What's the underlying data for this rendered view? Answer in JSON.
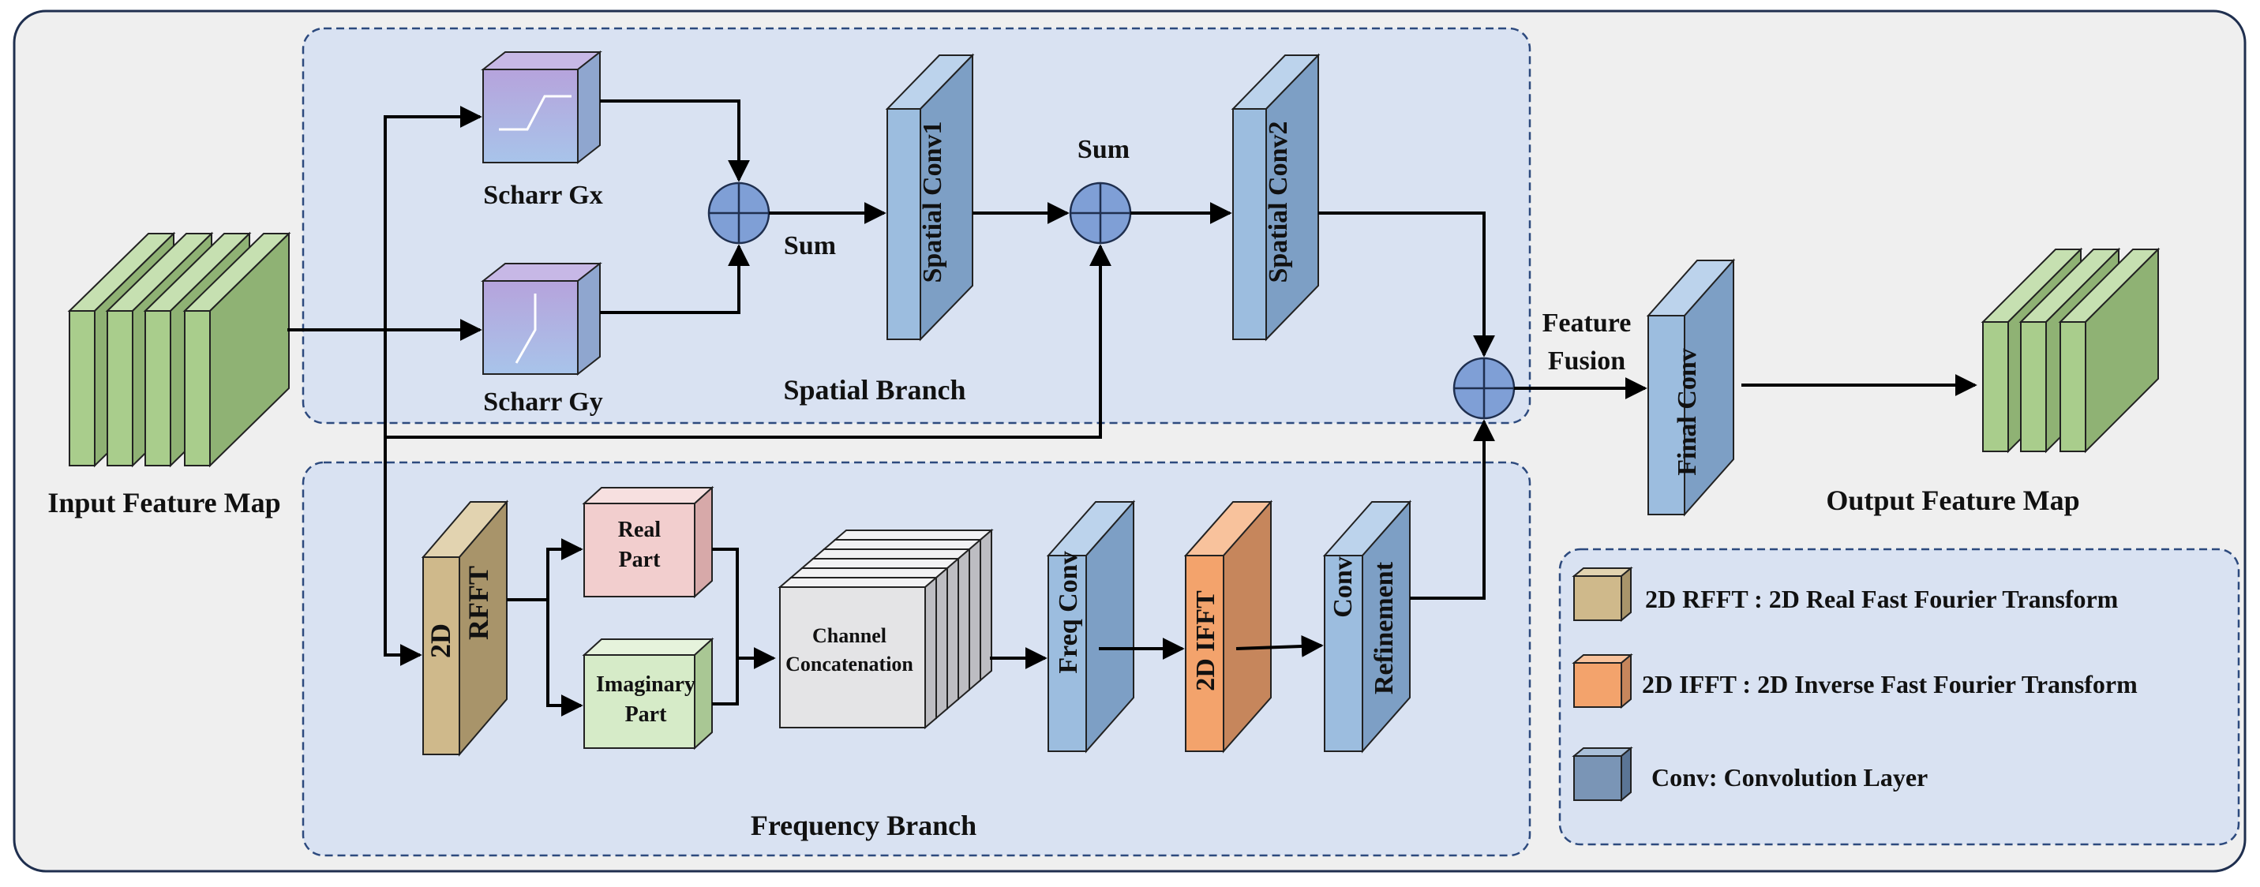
{
  "colors": {
    "outer_bg": "#efefef",
    "outer_border": "#1f2f4f",
    "branch_bg": "#d9e2f2",
    "branch_border": "#2d4a7e",
    "feature_map": "#a9cd8c",
    "blue_block": "#9cbddf",
    "rfft_block": "#cfb98b",
    "ifft_block": "#f3a36c",
    "real_block": "#f2cece",
    "imag_block": "#d6ebc8",
    "concat_block": "#e4e4e6",
    "scharr_top": "#b6a3dc",
    "scharr_bottom": "#a8c4ea",
    "sum_node": "#7f9fd6",
    "arrow": "#000000"
  },
  "labels": {
    "input_feature_map": "Input Feature Map",
    "output_feature_map": "Output Feature Map",
    "scharr_gx": "Scharr Gx",
    "scharr_gy": "Scharr Gy",
    "sum_1": "Sum",
    "sum_2": "Sum",
    "spatial_conv1": "Spatial Conv1",
    "spatial_conv2": "Spatial Conv2",
    "spatial_branch": "Spatial Branch",
    "frequency_branch": "Frequency Branch",
    "feature_fusion_line1": "Feature",
    "feature_fusion_line2": "Fusion",
    "final_conv": "Final Conv",
    "rfft_line1": "2D",
    "rfft_line2": "RFFT",
    "real_part_line1": "Real",
    "real_part_line2": "Part",
    "imag_part_line1": "Imaginary",
    "imag_part_line2": "Part",
    "concat_line1": "Channel",
    "concat_line2": "Concatenation",
    "freq_conv": "Freq Conv",
    "ifft": "2D IFFT",
    "conv_refinement_line1": "Conv",
    "conv_refinement_line2": "Refinement"
  },
  "legend": {
    "items": [
      {
        "icon": "rfft-swatch",
        "text": "2D RFFT : 2D Real Fast Fourier Transform"
      },
      {
        "icon": "ifft-swatch",
        "text": "2D IFFT : 2D Inverse Fast Fourier Transform"
      },
      {
        "icon": "conv-swatch",
        "text": "Conv: Convolution Layer"
      }
    ]
  }
}
